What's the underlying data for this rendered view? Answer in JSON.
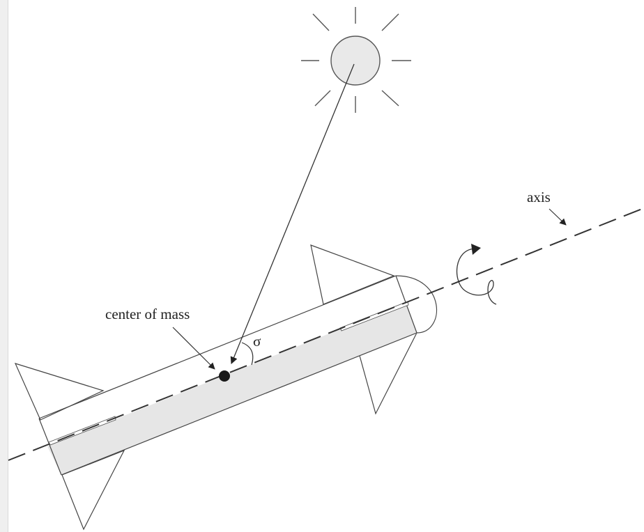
{
  "labels": {
    "center_of_mass": "center of mass",
    "axis": "axis",
    "angle": "σ"
  },
  "colors": {
    "stroke": "#444444",
    "body_shade": "#e6e6e6",
    "sun_fill": "#e9e9e9",
    "dot": "#1a1a1a",
    "background": "#ffffff"
  },
  "icons": {
    "sun": "sun-icon",
    "rotation": "rotation-arrow-icon"
  }
}
